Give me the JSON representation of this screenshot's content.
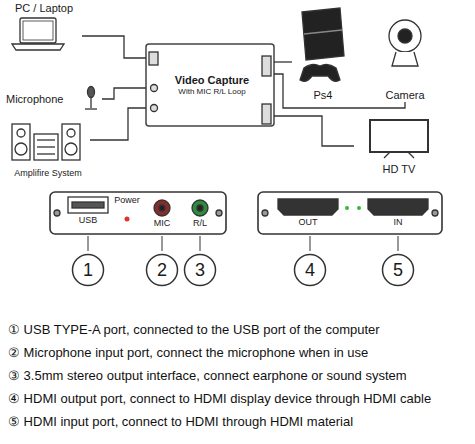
{
  "diagram": {
    "nodes": [
      {
        "text": [
          "PC / Laptop"
        ]
      },
      {
        "text": [
          "Microphone"
        ]
      },
      {
        "text": [
          "Amplifire System"
        ]
      },
      {
        "text": [
          "Video Capture",
          "With MIC R/L Loop"
        ]
      },
      {
        "text": [
          "Ps4"
        ]
      },
      {
        "text": [
          "Camera"
        ]
      },
      {
        "text": [
          "HD TV"
        ]
      },
      {
        "text": [
          "USB",
          "Power",
          "MIC",
          "R/L"
        ]
      },
      {
        "text": [
          "OUT",
          "IN"
        ]
      },
      {
        "text": [
          "1"
        ]
      },
      {
        "text": [
          "2"
        ]
      },
      {
        "text": [
          "3"
        ]
      },
      {
        "text": [
          "4"
        ]
      },
      {
        "text": [
          "5"
        ]
      }
    ],
    "edges": [
      {
        "from": 0,
        "to": 3,
        "arrow": "none"
      },
      {
        "from": 1,
        "to": 3,
        "arrow": "none"
      },
      {
        "from": 2,
        "to": 3,
        "arrow": "none"
      },
      {
        "from": 4,
        "to": 3,
        "arrow": "none"
      },
      {
        "from": 5,
        "to": 3,
        "arrow": "none"
      },
      {
        "from": 3,
        "to": 6,
        "arrow": "none"
      }
    ],
    "labels": [
      "① USB TYPE-A port, connected to the USB port of the computer",
      "② Microphone input port, connect the microphone when in use",
      "③ 3.5mm stereo output interface, connect earphone or sound system",
      "④ HDMI output port, connect to HDMI display device through HDMI cable",
      "⑤ HDMI input port, connect to HDMI through HDMI material"
    ]
  }
}
